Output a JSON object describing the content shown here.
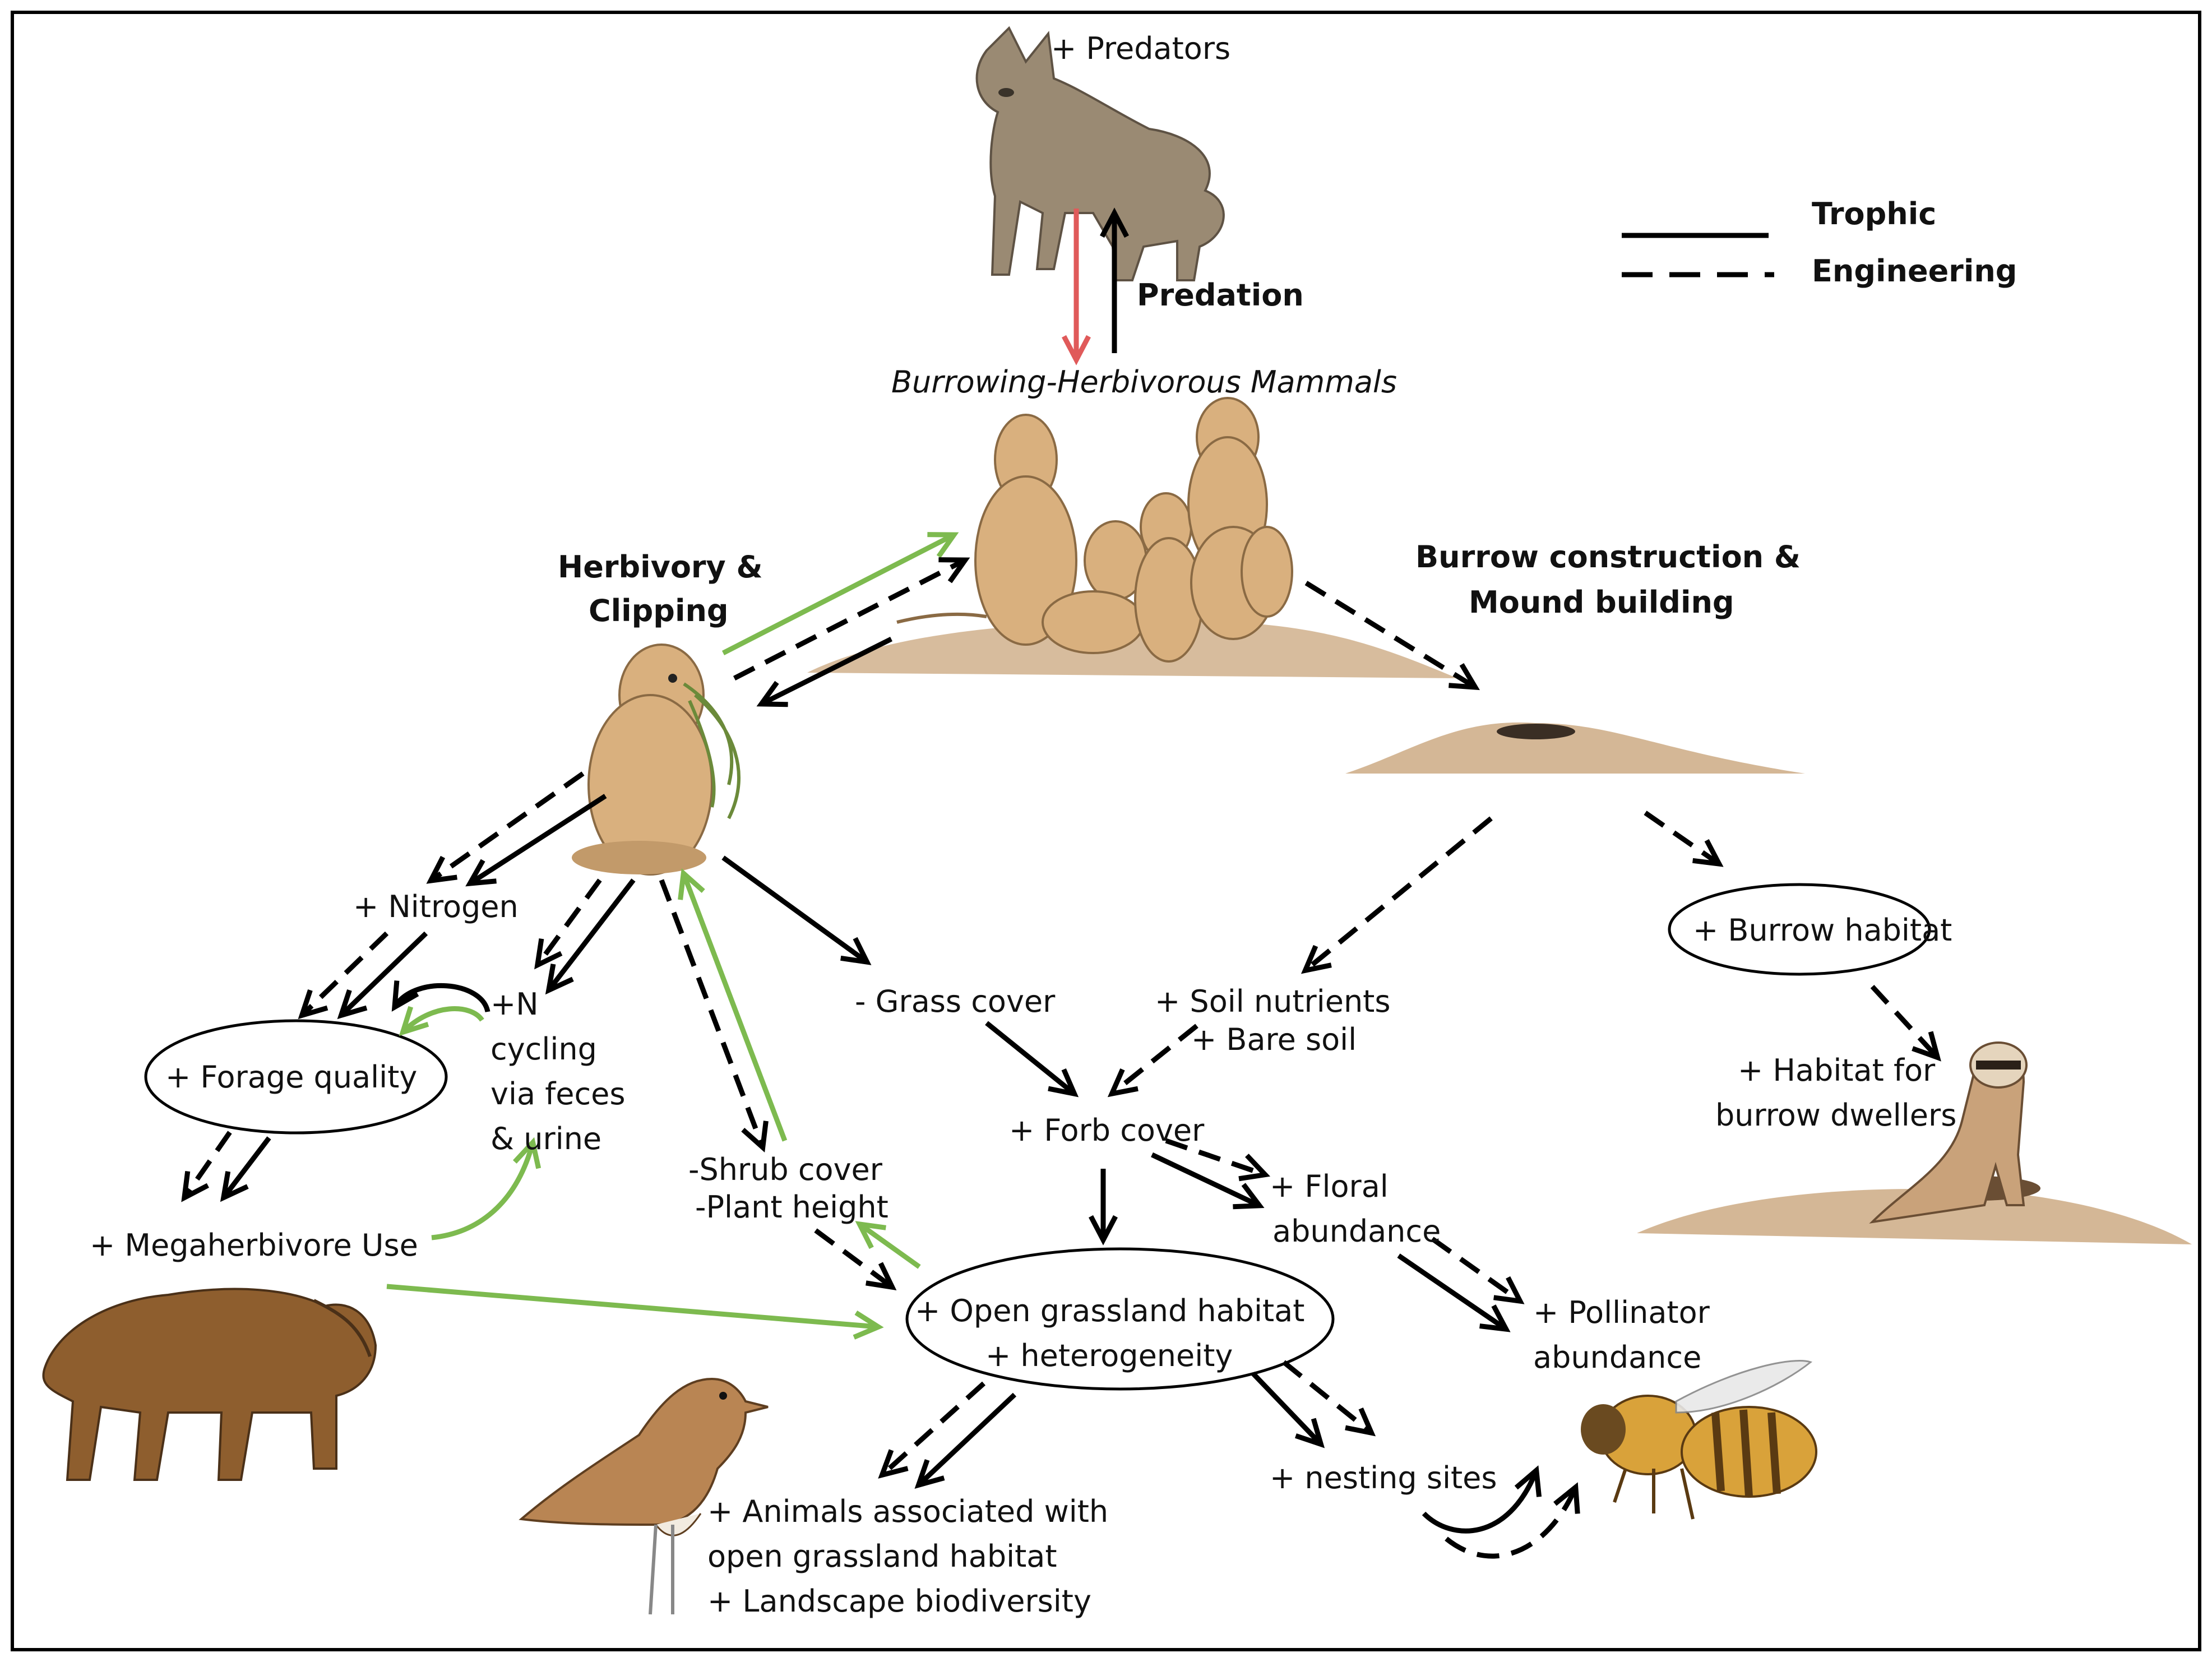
{
  "legend": {
    "trophic": "Trophic",
    "engineering": "Engineering"
  },
  "labels": {
    "predators": "+ Predators",
    "predation": "Predation",
    "burrowing_mammals": "Burrowing-Herbivorous Mammals",
    "herbivory_line1": "Herbivory &",
    "herbivory_line2": "Clipping",
    "burrow_construction_line1": "Burrow construction &",
    "burrow_construction_line2": "Mound building",
    "nitrogen": "+ Nitrogen",
    "n_cycling_line1": "+N",
    "n_cycling_line2": "cycling",
    "n_cycling_line3": "via feces",
    "n_cycling_line4": "& urine",
    "forage_quality": "+ Forage quality",
    "megaherbivore_use": "+ Megaherbivore Use",
    "grass_cover": "- Grass cover",
    "soil_nutrients": "+ Soil nutrients",
    "bare_soil": "+ Bare soil",
    "burrow_habitat": "+ Burrow habitat",
    "habitat_burrow_line1": "+ Habitat for",
    "habitat_burrow_line2": "burrow dwellers",
    "forb_cover": "+ Forb cover",
    "shrub_cover": "-Shrub cover",
    "plant_height": "-Plant height",
    "floral_line1": "+ Floral",
    "floral_line2": "abundance",
    "open_grassland_line1": "+ Open grassland habitat",
    "open_grassland_line2": "+ heterogeneity",
    "pollinator_line1": "+ Pollinator",
    "pollinator_line2": "abundance",
    "nesting_sites": "+ nesting sites",
    "animals_line1": "+ Animals associated with",
    "animals_line2": "open grassland habitat",
    "animals_line3": "+ Landscape biodiversity"
  },
  "colors": {
    "trophic": "#000000",
    "engineering": "#000000",
    "positive_feedback": "#7dba4f",
    "predator_effect": "#e05a5a",
    "soil": "#c9a57c",
    "coyote": "#9a8a73",
    "prairie_dog": "#d9b07e",
    "bison": "#8e5e2e",
    "bird": "#b98553",
    "bee": "#d9a23a",
    "ferret": "#c9a27a"
  },
  "icons": {
    "predator": "coyote-illustration",
    "colony": "prairie-dog-colony-illustration",
    "clipping": "prairie-dog-eating-illustration",
    "mound": "burrow-mound-illustration",
    "ferret": "black-footed-ferret-illustration",
    "bison": "bison-illustration",
    "bird": "mountain-plover-illustration",
    "bee": "honeybee-illustration"
  }
}
